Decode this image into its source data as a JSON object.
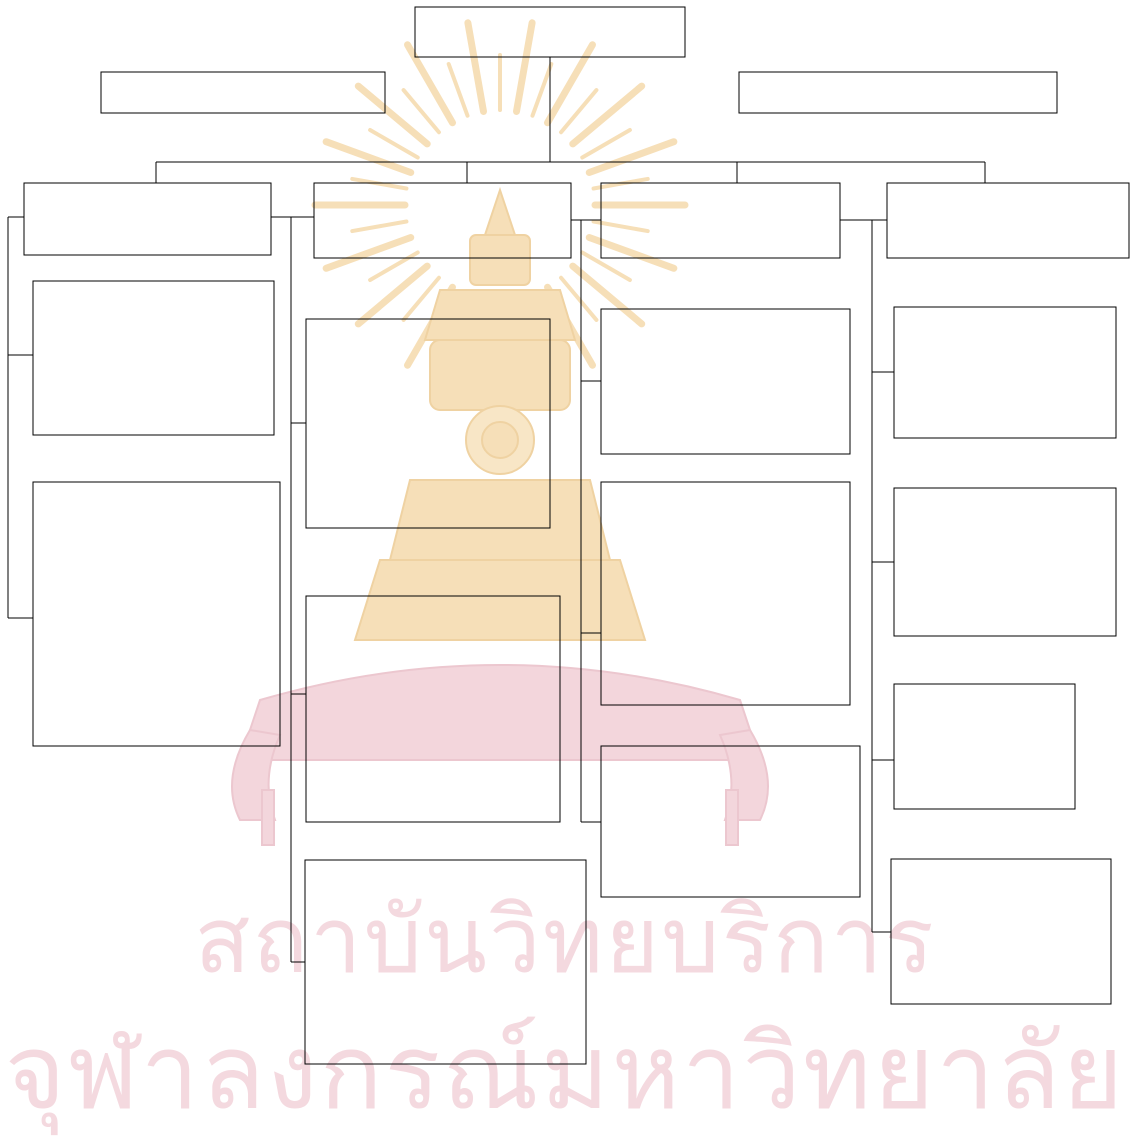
{
  "colors": {
    "box_stroke": "#000000",
    "connector_stroke": "#000000",
    "watermark_text": "#f4d9df",
    "watermark_emblem": "#f6dfb8",
    "watermark_pedestal": "#f3d6dc"
  },
  "watermark": {
    "emblem": "chulalongkorn-phra-kiao-emblem",
    "line_1": "สถาบันวิทยบริการ",
    "line_2": "จุฬาลงกรณ์มหาวิทยาลัย"
  },
  "diagram": {
    "root": {
      "label": ""
    },
    "side_left": {
      "label": ""
    },
    "side_right": {
      "label": ""
    },
    "columns": [
      {
        "label": "",
        "children": [
          {
            "label": ""
          },
          {
            "label": ""
          }
        ]
      },
      {
        "label": "",
        "children": [
          {
            "label": ""
          },
          {
            "label": ""
          },
          {
            "label": ""
          }
        ]
      },
      {
        "label": "",
        "children": [
          {
            "label": ""
          },
          {
            "label": ""
          },
          {
            "label": ""
          }
        ]
      },
      {
        "label": "",
        "children": [
          {
            "label": ""
          },
          {
            "label": ""
          },
          {
            "label": ""
          },
          {
            "label": ""
          }
        ]
      }
    ]
  }
}
